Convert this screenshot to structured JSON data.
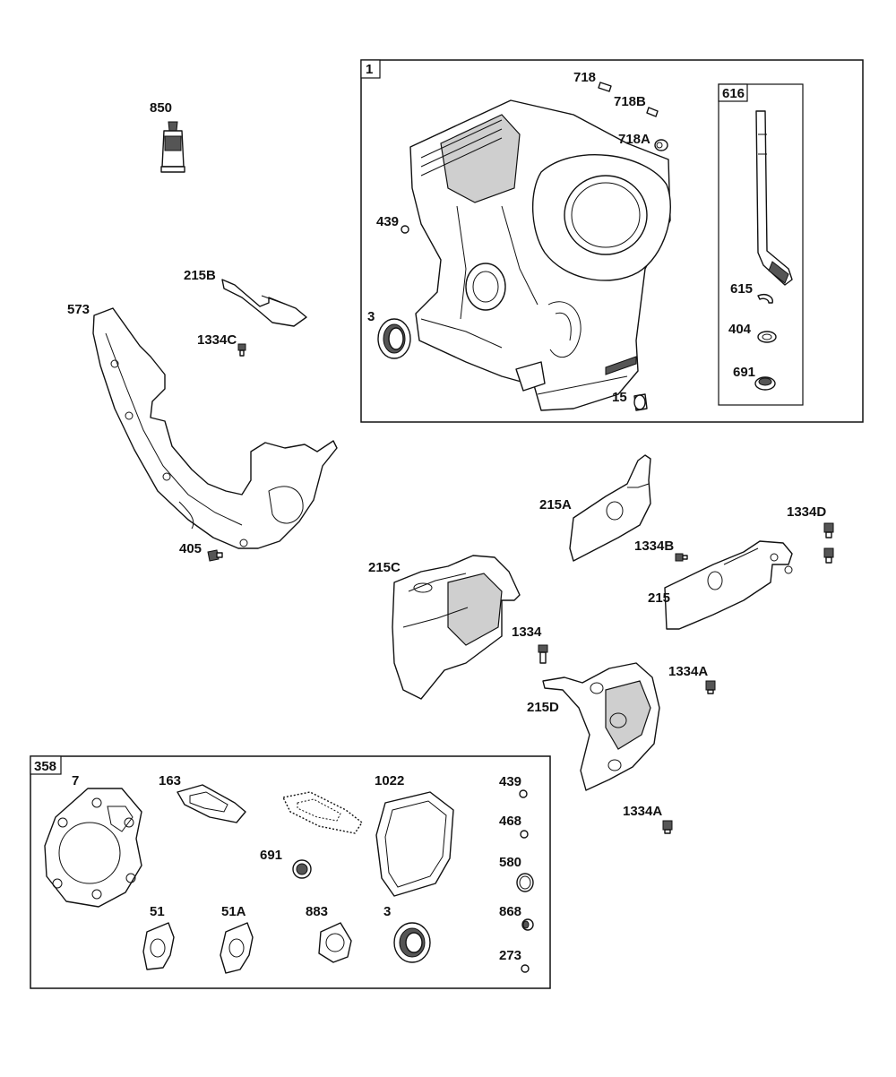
{
  "callouts": {
    "c850": "850",
    "c215B": "215B",
    "c573": "573",
    "c1334C": "1334C",
    "c405": "405",
    "c1": "1",
    "c718": "718",
    "c718B": "718B",
    "c718A": "718A",
    "c439_top": "439",
    "c3_top": "3",
    "c15": "15",
    "c616": "616",
    "c615": "615",
    "c404": "404",
    "c691_top": "691",
    "c215A": "215A",
    "c1334D": "1334D",
    "c1334B": "1334B",
    "c215": "215",
    "c215C": "215C",
    "c1334": "1334",
    "c215D": "215D",
    "c1334A_1": "1334A",
    "c1334A_2": "1334A",
    "c358": "358",
    "c7": "7",
    "c163": "163",
    "c1022": "1022",
    "c439_kit": "439",
    "c468": "468",
    "c691_kit": "691",
    "c580": "580",
    "c51": "51",
    "c51A": "51A",
    "c883": "883",
    "c3_kit": "3",
    "c868": "868",
    "c273": "273"
  },
  "colors": {
    "line": "#111111",
    "background": "#ffffff",
    "shade": "#cfcfcf"
  }
}
